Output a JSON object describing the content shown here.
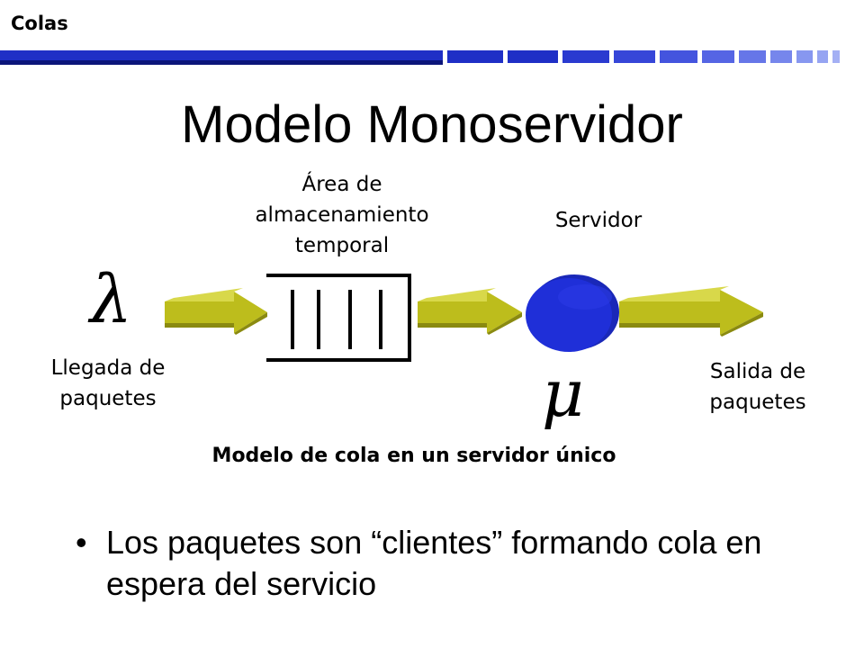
{
  "header": {
    "label": "Colas"
  },
  "slide": {
    "title": "Modelo Monoservidor",
    "caption": "Modelo de cola en un servidor único",
    "bullet": "Los paquetes son “clientes” formando cola en espera del servicio"
  },
  "diagram": {
    "arrival_symbol": "λ",
    "service_symbol": "μ",
    "buffer_label_lines": [
      "Área de",
      "almacenamiento",
      "temporal"
    ],
    "server_label": "Servidor",
    "arrival_label_lines": [
      "Llegada de",
      "paquetes"
    ],
    "departure_label_lines": [
      "Salida de",
      "paquetes"
    ]
  },
  "colors": {
    "header_bar": "#1f2fc6",
    "arrow_top": "#d8d84a",
    "arrow_face": "#bdbd1c",
    "arrow_shadow": "#8a8a10",
    "server_fill": "#1f2fd8"
  }
}
